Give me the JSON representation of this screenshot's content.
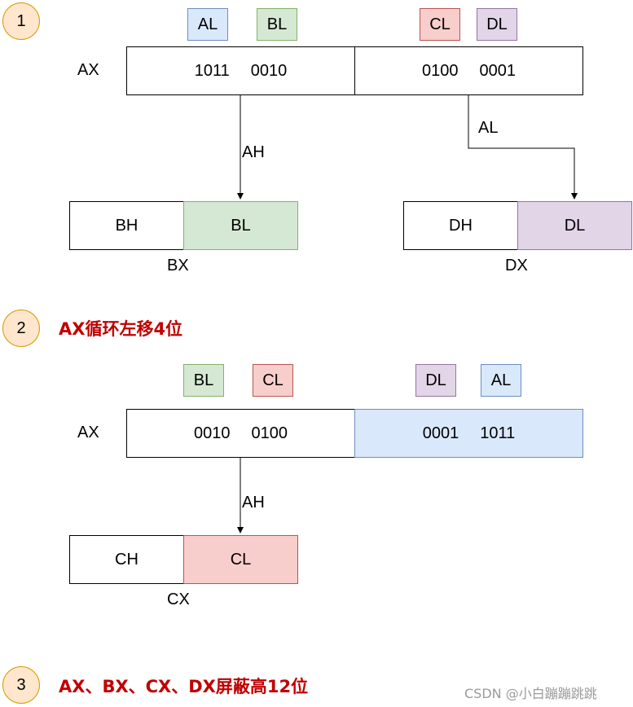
{
  "steps": [
    {
      "number": "1"
    },
    {
      "number": "2",
      "title": "AX循环左移4位"
    },
    {
      "number": "3",
      "title": "AX、BX、CX、DX屏蔽高12位"
    }
  ],
  "section1": {
    "tags": [
      "AL",
      "BL",
      "CL",
      "DL"
    ],
    "ax_label": "AX",
    "ax_left": [
      "1011",
      "0010"
    ],
    "ax_right": [
      "0100",
      "0001"
    ],
    "arrow_left_label": "AH",
    "arrow_right_label": "AL",
    "bx": {
      "high": "BH",
      "low": "BL",
      "name": "BX"
    },
    "dx": {
      "high": "DH",
      "low": "DL",
      "name": "DX"
    }
  },
  "section2": {
    "tags": [
      "BL",
      "CL",
      "DL",
      "AL"
    ],
    "ax_label": "AX",
    "ax_left": [
      "0010",
      "0100"
    ],
    "ax_right": [
      "0001",
      "1011"
    ],
    "arrow_label": "AH",
    "cx": {
      "high": "CH",
      "low": "CL",
      "name": "CX"
    }
  },
  "watermark": "CSDN @小白蹦蹦跳跳",
  "colors": {
    "blue": "#dae8fc",
    "green": "#d5e8d4",
    "red": "#f8cecc",
    "purple": "#e1d5e7",
    "circle_fill": "#ffe6cc",
    "circle_border": "#d79b00",
    "heading": "#c00000"
  }
}
